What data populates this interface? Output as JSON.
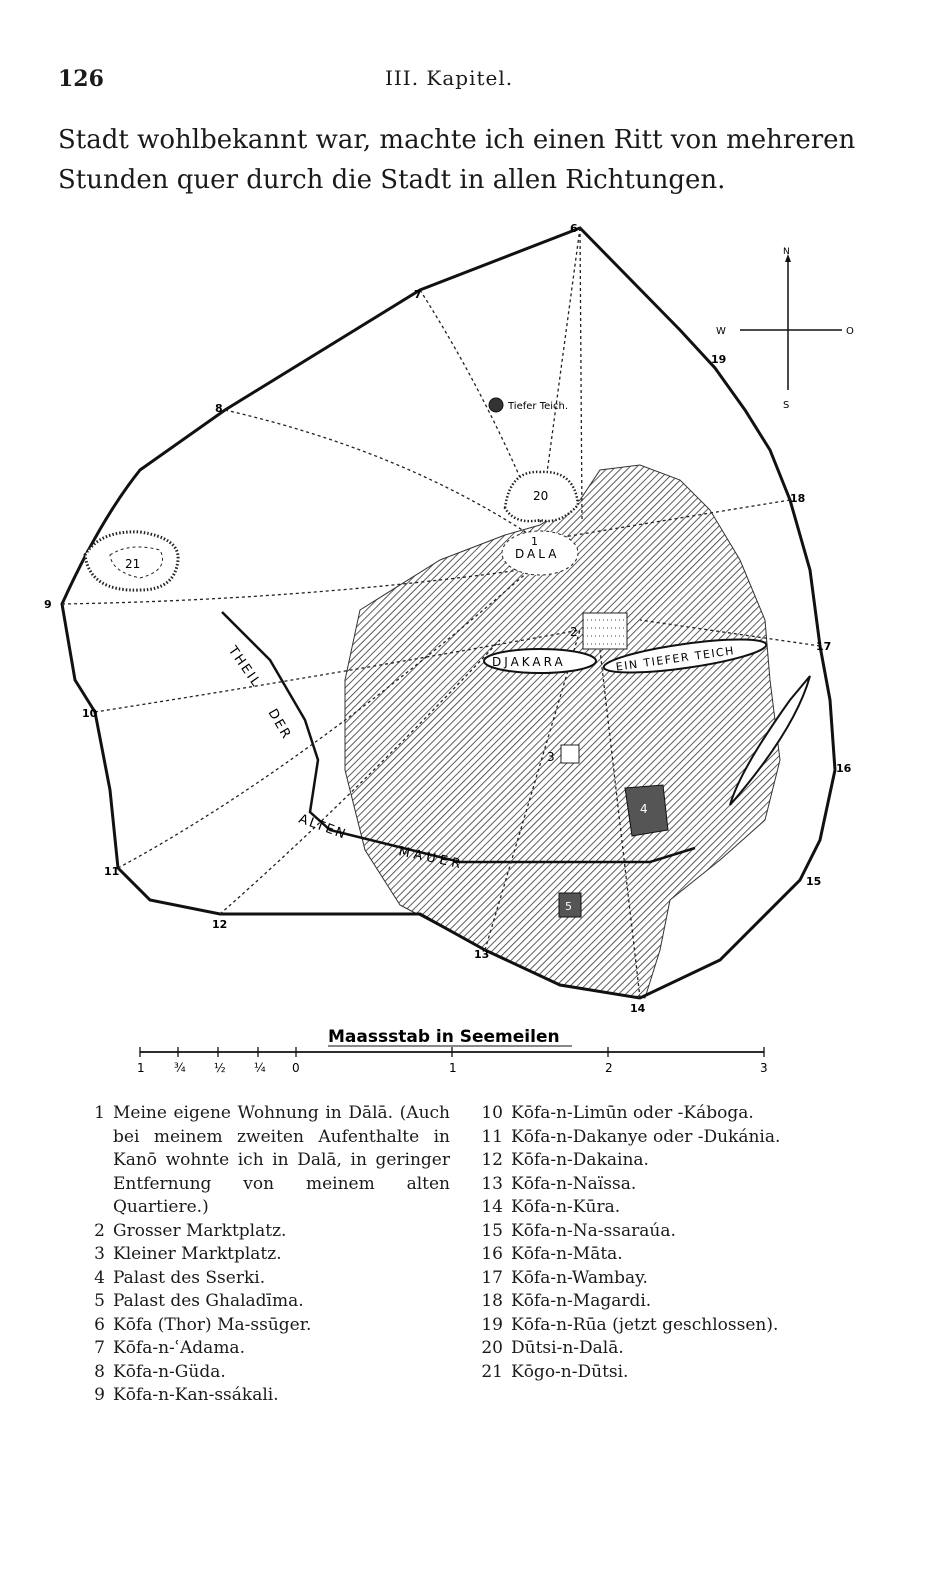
{
  "header": {
    "page_number": "126",
    "chapter": "III. Kapitel."
  },
  "body_text": [
    "Stadt wohlbekannt war, machte ich einen Ritt von mehreren",
    "Stunden quer durch die Stadt in allen Richtungen."
  ],
  "map": {
    "compass": {
      "north": "N",
      "west": "W",
      "east": "O",
      "south": "S"
    },
    "labels": {
      "tiefer_teich": "Tiefer Teich.",
      "dala": "DALA",
      "djakara": "DJAKARA",
      "ein_tiefer_teich": "EIN TIEFER TEICH",
      "theil": "THEIL",
      "der": "DER",
      "alten": "ALTEN",
      "mauer": "MAUER"
    },
    "markers": [
      "1",
      "2",
      "3",
      "4",
      "5",
      "6",
      "7",
      "8",
      "9",
      "10",
      "11",
      "12",
      "13",
      "14",
      "15",
      "16",
      "17",
      "18",
      "19",
      "20",
      "21"
    ],
    "scale": {
      "title": "Maassstab in Seemeilen",
      "ticks": [
        "1",
        "¾",
        "½",
        "¼",
        "0",
        "1",
        "2",
        "3"
      ]
    }
  },
  "legend": {
    "left": [
      {
        "num": "1",
        "text": "Meine eigene Wohnung in Dālā. (Auch bei meinem zweiten Aufenthalte in Kanō wohnte ich in Dalā, in geringer Entfernung von meinem alten Quartiere.)"
      },
      {
        "num": "2",
        "text": "Grosser Marktplatz."
      },
      {
        "num": "3",
        "text": "Kleiner Marktplatz."
      },
      {
        "num": "4",
        "text": "Palast des Sserki."
      },
      {
        "num": "5",
        "text": "Palast des Ghaladīma."
      },
      {
        "num": "6",
        "text": "Kōfa (Thor) Ma-ssūger."
      },
      {
        "num": "7",
        "text": "Kōfa-n-ʿAdama."
      },
      {
        "num": "8",
        "text": "Kōfa-n-Güda."
      },
      {
        "num": "9",
        "text": "Kōfa-n-Kan-ssákali."
      }
    ],
    "right": [
      {
        "num": "10",
        "text": "Kōfa-n-Limūn oder -Káboga."
      },
      {
        "num": "11",
        "text": "Kōfa-n-Dakanye oder -Dukánia."
      },
      {
        "num": "12",
        "text": "Kōfa-n-Dakaina."
      },
      {
        "num": "13",
        "text": "Kōfa-n-Naïssa."
      },
      {
        "num": "14",
        "text": "Kōfa-n-Kūra."
      },
      {
        "num": "15",
        "text": "Kōfa-n-Na-ssaraúa."
      },
      {
        "num": "16",
        "text": "Kōfa-n-Māta."
      },
      {
        "num": "17",
        "text": "Kōfa-n-Wambay."
      },
      {
        "num": "18",
        "text": "Kōfa-n-Magardi."
      },
      {
        "num": "19",
        "text": "Kōfa-n-Rūa (jetzt geschlossen)."
      },
      {
        "num": "20",
        "text": "Dūtsi-n-Dalā."
      },
      {
        "num": "21",
        "text": "Kōgo-n-Dūtsi."
      }
    ]
  }
}
